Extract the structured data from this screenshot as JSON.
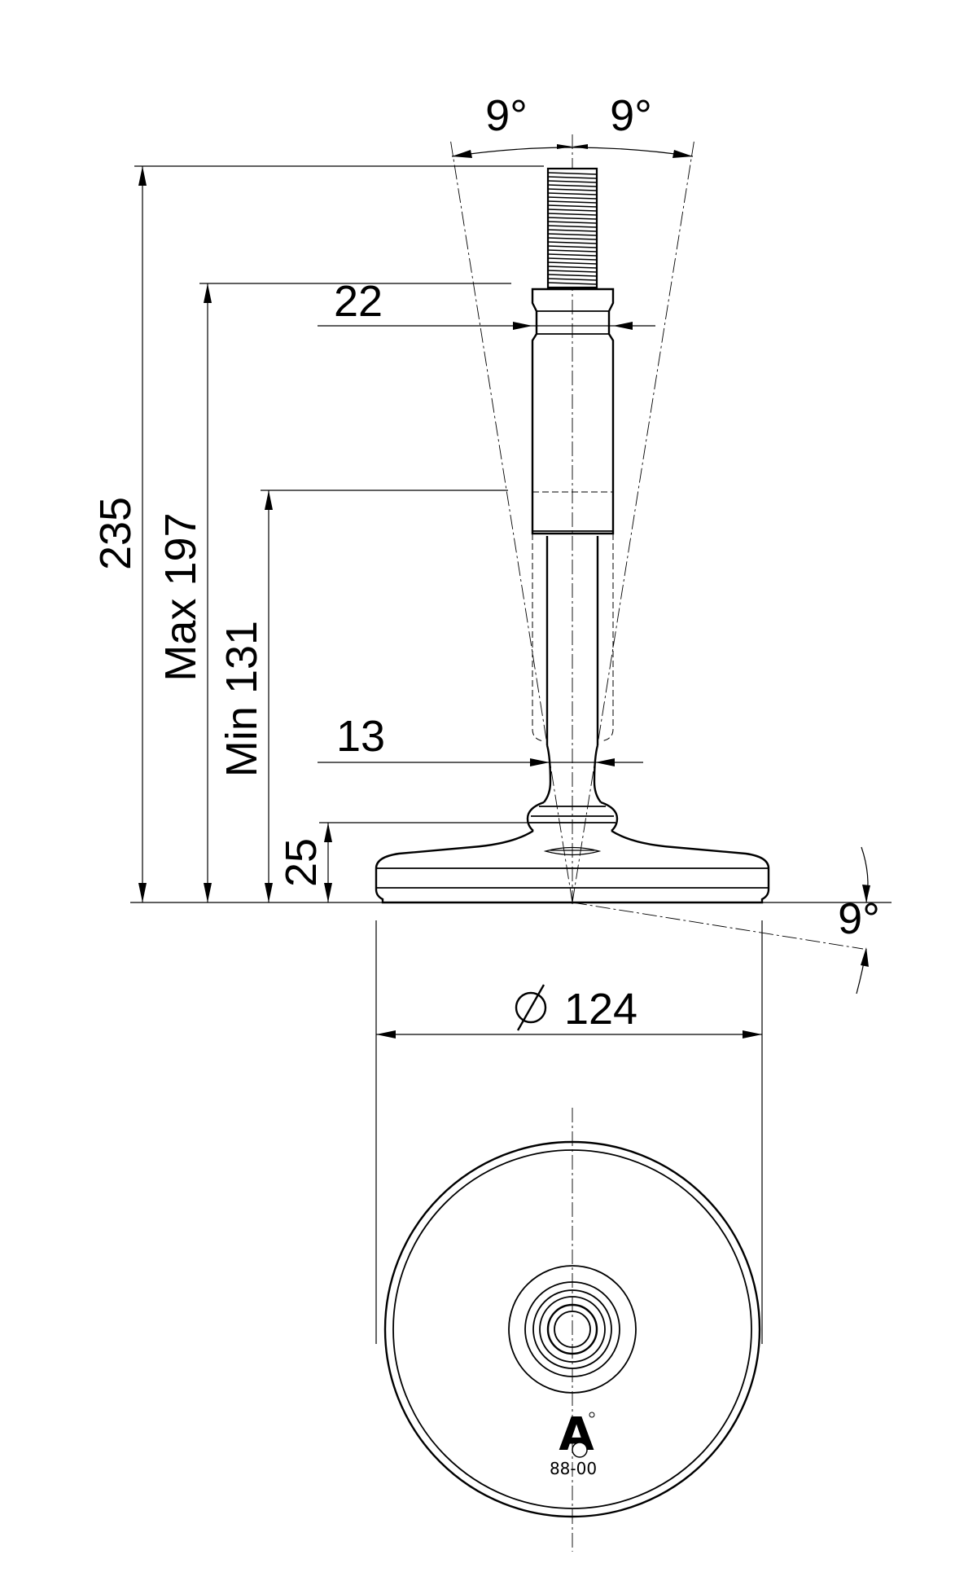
{
  "dimensions": {
    "angle_left": "9°",
    "angle_right": "9°",
    "overall_height": "235",
    "max_height": "Max 197",
    "min_height": "Min 131",
    "stem_diameter": "22",
    "neck_diameter": "13",
    "base_height": "25",
    "tilt_angle": "9°",
    "base_diameter_value": "124"
  },
  "logo": {
    "letter": "A",
    "code": "88-00"
  }
}
